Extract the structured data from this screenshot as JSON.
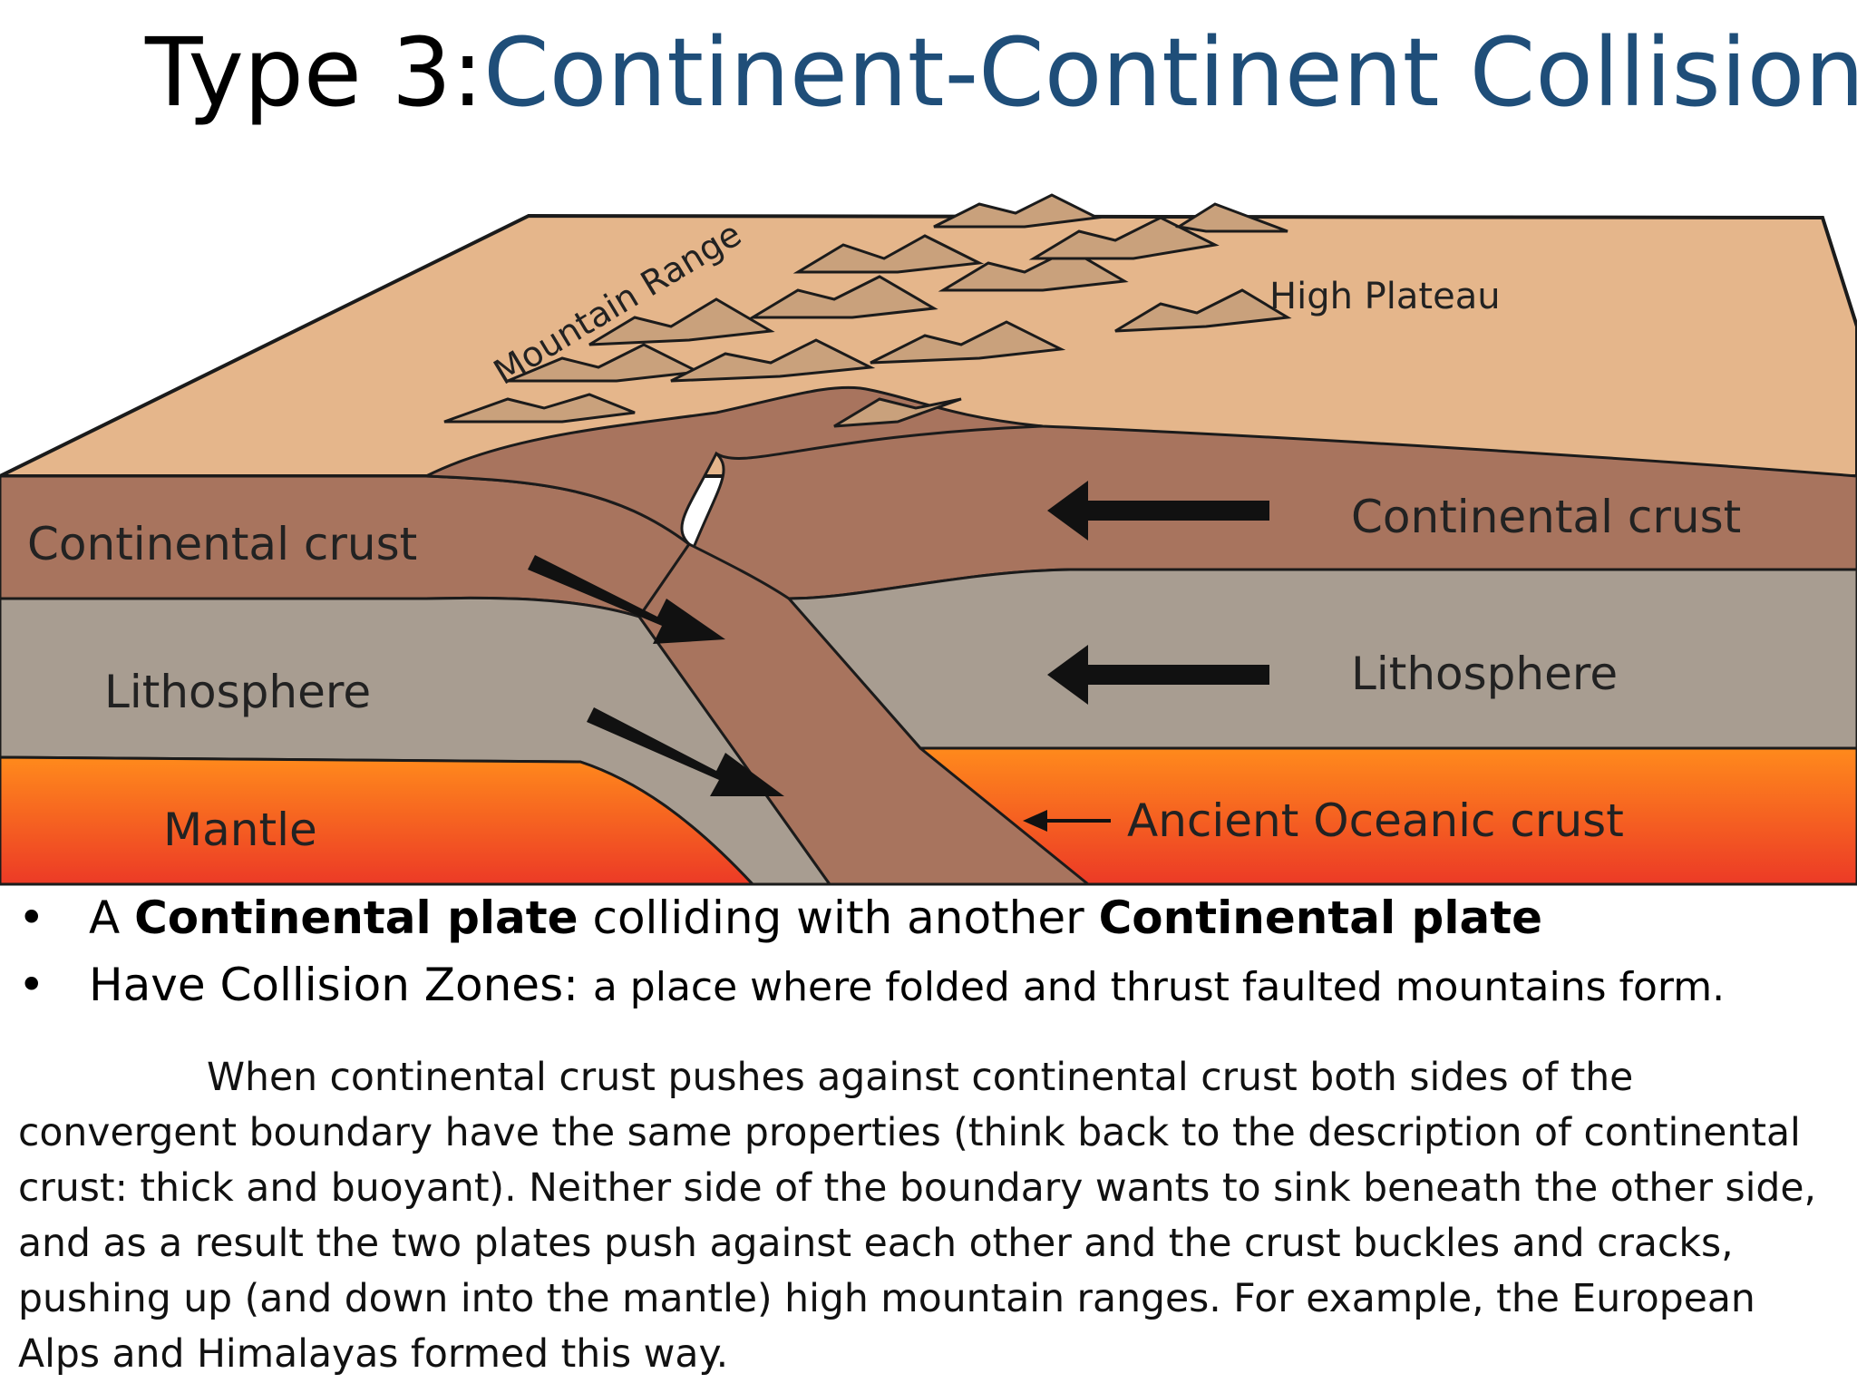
{
  "title": {
    "prefix": "Type 3:",
    "accent": "Continent-Continent Collision"
  },
  "diagram": {
    "labels": {
      "mountain_range": "Mountain Range",
      "high_plateau": "High Plateau",
      "continental_crust_left": "Continental crust",
      "continental_crust_right": "Continental crust",
      "lithosphere_left": "Lithosphere",
      "lithosphere_right": "Lithosphere",
      "mantle": "Mantle",
      "ancient_oceanic_crust": "Ancient Oceanic crust"
    },
    "colors": {
      "surface": "#e5b68b",
      "crust": "#a8745e",
      "lithosphere": "#a89d91",
      "mantle_top": "#ff8a1c",
      "mantle_bottom": "#ec3a26",
      "mountain": "#c9a17c",
      "outline": "#1b1b1b"
    }
  },
  "bullets": [
    {
      "t1": "A ",
      "t2": "Continental plate",
      "t3": " colliding with another ",
      "t4": "Continental plate"
    },
    {
      "t1": "Have Collision Zones: ",
      "t2": "a place where folded and thrust faulted mountains form."
    }
  ],
  "bullet_symbol": "•",
  "paragraph": "When continental crust pushes against continental crust both sides of the convergent boundary have the same properties (think back to the description of continental crust: thick and buoyant). Neither side of the boundary wants to sink beneath the other side, and as a result the two plates push against each other and the crust buckles and cracks, pushing up (and down into the mantle) high mountain ranges. For example, the European Alps and Himalayas formed this way."
}
